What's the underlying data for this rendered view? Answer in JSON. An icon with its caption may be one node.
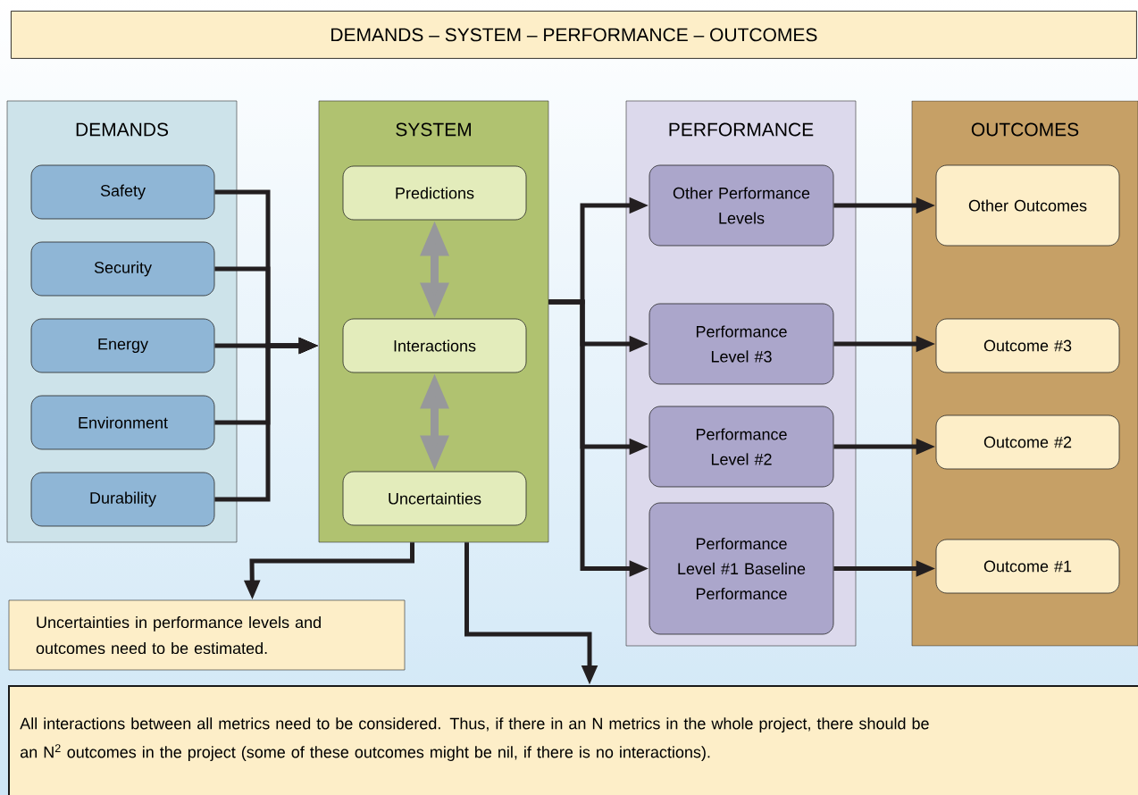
{
  "diagram": {
    "title": "DEMANDS – SYSTEM – PERFORMANCE – OUTCOMES",
    "nodes": [
      {
        "text": [
          "DEMANDS"
        ]
      },
      {
        "text": [
          "Safety"
        ],
        "in": 0
      },
      {
        "text": [
          "Security"
        ],
        "in": 0
      },
      {
        "text": [
          "Energy"
        ],
        "in": 0
      },
      {
        "text": [
          "Environment"
        ],
        "in": 0
      },
      {
        "text": [
          "Durability"
        ],
        "in": 0
      },
      {
        "text": [
          "SYSTEM"
        ]
      },
      {
        "text": [
          "Predictions"
        ],
        "in": 6
      },
      {
        "text": [
          "Interactions"
        ],
        "in": 6
      },
      {
        "text": [
          "Uncertainties"
        ],
        "in": 6
      },
      {
        "text": [
          "PERFORMANCE"
        ]
      },
      {
        "text": [
          "Other Performance Levels"
        ],
        "in": 10
      },
      {
        "text": [
          "Performance Level #3"
        ],
        "in": 10
      },
      {
        "text": [
          "Performance Level #2"
        ],
        "in": 10
      },
      {
        "text": [
          "Performance Level #1 Baseline Performance"
        ],
        "in": 10
      },
      {
        "text": [
          "OUTCOMES"
        ]
      },
      {
        "text": [
          "Other Outcomes"
        ],
        "in": 15
      },
      {
        "text": [
          "Outcome #3"
        ],
        "in": 15
      },
      {
        "text": [
          "Outcome #2"
        ],
        "in": 15
      },
      {
        "text": [
          "Outcome #1"
        ],
        "in": 15
      },
      {
        "text": [
          "Uncertainties in performance levels and outcomes need to be estimated."
        ]
      },
      {
        "text": [
          "All interactions between all metrics need to be considered. Thus, if there in an N metrics in the whole project, there should be an N$^{2}$ outcomes in the project (some of these outcomes might be nil, if there is no interactions)."
        ]
      }
    ],
    "edges": [
      {
        "from": 1,
        "to": 6,
        "arrow": "to"
      },
      {
        "from": 2,
        "to": 6,
        "arrow": "to"
      },
      {
        "from": 3,
        "to": 6,
        "arrow": "to"
      },
      {
        "from": 4,
        "to": 6,
        "arrow": "to"
      },
      {
        "from": 5,
        "to": 6,
        "arrow": "to"
      },
      {
        "from": 7,
        "to": 8,
        "arrow": "both",
        "style": "thick",
        "color": "#97989b"
      },
      {
        "from": 8,
        "to": 9,
        "arrow": "both",
        "style": "thick",
        "color": "#97989b"
      },
      {
        "from": 6,
        "to": 11,
        "arrow": "to"
      },
      {
        "from": 6,
        "to": 12,
        "arrow": "to"
      },
      {
        "from": 6,
        "to": 13,
        "arrow": "to"
      },
      {
        "from": 6,
        "to": 14,
        "arrow": "to"
      },
      {
        "from": 11,
        "to": 16,
        "arrow": "to"
      },
      {
        "from": 12,
        "to": 17,
        "arrow": "to"
      },
      {
        "from": 13,
        "to": 18,
        "arrow": "to"
      },
      {
        "from": 14,
        "to": 19,
        "arrow": "to"
      },
      {
        "from": 6,
        "to": 20,
        "arrow": "to"
      },
      {
        "from": 6,
        "to": 21,
        "arrow": "to"
      }
    ]
  }
}
